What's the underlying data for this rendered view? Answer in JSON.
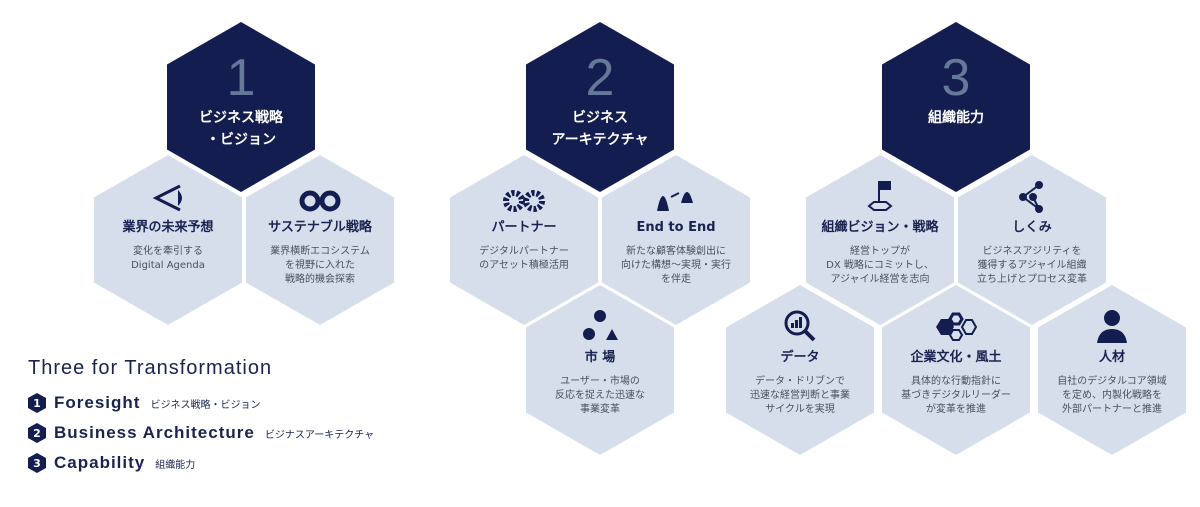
{
  "colors": {
    "dark": "#141d4f",
    "light": "#d6deeb",
    "number": "#64789a"
  },
  "groups": [
    {
      "number": "1",
      "title": [
        "ビジネス戦略",
        "・ビジョン"
      ],
      "items": [
        {
          "icon": "eye-icon",
          "title": "業界の未来予想",
          "desc": "変化を牽引する\nDigital Agenda"
        },
        {
          "icon": "infinity-icon",
          "title": "サステナブル戦略",
          "desc": "業界横断エコシステム\nを視野に入れた\n戦略的機会探索"
        }
      ]
    },
    {
      "number": "2",
      "title": [
        "ビジネス",
        "アーキテクチャ"
      ],
      "items": [
        {
          "icon": "gears-icon",
          "title": "パートナー",
          "desc": "デジタルパートナー\nのアセット積極活用"
        },
        {
          "icon": "cones-icon",
          "title": "End to End",
          "desc": "新たな顧客体験創出に\n向けた構想〜実現・実行\nを伴走"
        },
        {
          "icon": "cycle-shapes-icon",
          "title": "市 場",
          "desc": "ユーザー・市場の\n反応を捉えた迅速な\n事業変革"
        }
      ]
    },
    {
      "number": "3",
      "title": [
        "組織能力"
      ],
      "items": [
        {
          "icon": "flag-icon",
          "title": "組織ビジョン・戦略",
          "desc": "経営トップが\nDX 戦略にコミットし、\nアジャイル経営を志向"
        },
        {
          "icon": "share-network-icon",
          "title": "しくみ",
          "desc": "ビジネスアジリティを\n獲得するアジャイル組織\n立ち上げとプロセス変革"
        },
        {
          "icon": "magnifier-chart-icon",
          "title": "データ",
          "desc": "データ・ドリブンで\n迅速な経営判断と事業\nサイクルを実現"
        },
        {
          "icon": "hexagons-icon",
          "title": "企業文化・風土",
          "desc": "具体的な行動指針に\n基づきデジタルリーダー\nが変革を推進"
        },
        {
          "icon": "person-icon",
          "title": "人材",
          "desc": "自社のデジタルコア領域\nを定め、内製化戦略を\n外部パートナーと推進"
        }
      ]
    }
  ],
  "legend": {
    "title": "Three for Transformation",
    "rows": [
      {
        "num": "1",
        "en": "Foresight",
        "jp": "ビジネス戦略・ビジョン"
      },
      {
        "num": "2",
        "en": "Business Architecture",
        "jp": "ビジナスアーキテクチャ"
      },
      {
        "num": "3",
        "en": "Capability",
        "jp": "組織能力"
      }
    ]
  }
}
